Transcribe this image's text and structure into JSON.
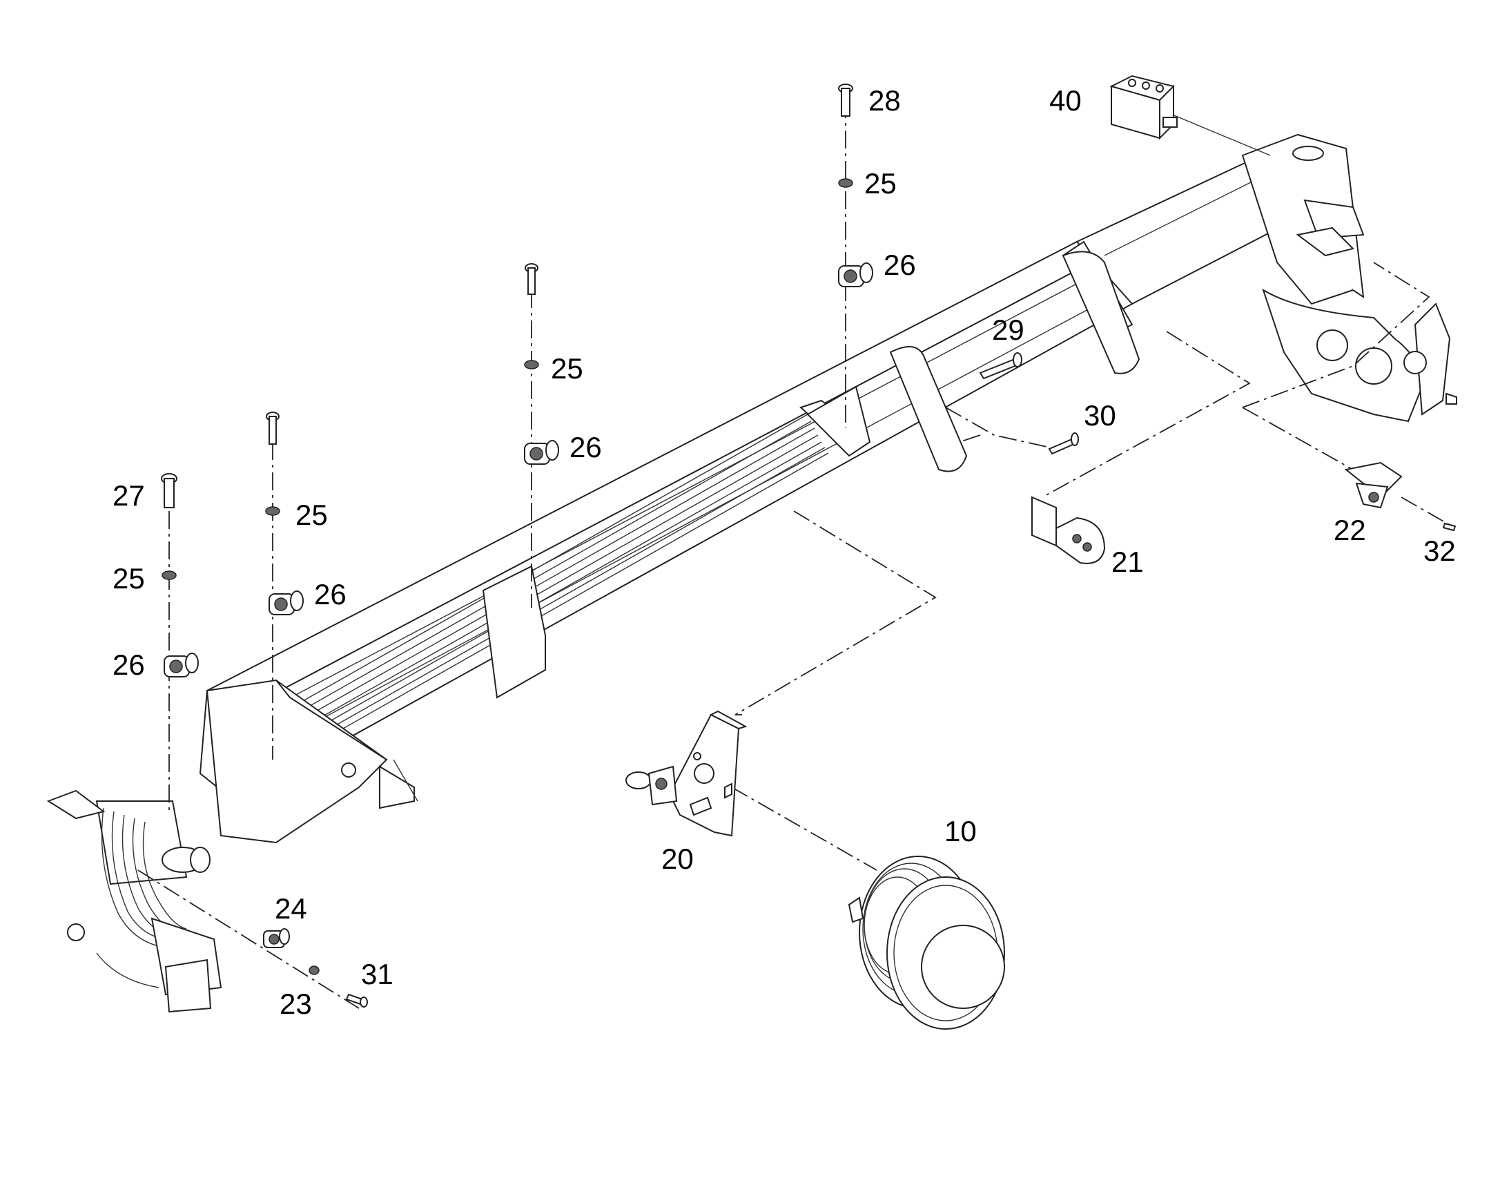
{
  "callouts": {
    "c10": "10",
    "c20": "20",
    "c21": "21",
    "c22": "22",
    "c23": "23",
    "c24": "24",
    "c25a": "25",
    "c25b": "25",
    "c25c": "25",
    "c25d": "25",
    "c26a": "26",
    "c26b": "26",
    "c26c": "26",
    "c26d": "26",
    "c27": "27",
    "c28": "28",
    "c29": "29",
    "c30": "30",
    "c31": "31",
    "c32": "32",
    "c40": "40"
  }
}
